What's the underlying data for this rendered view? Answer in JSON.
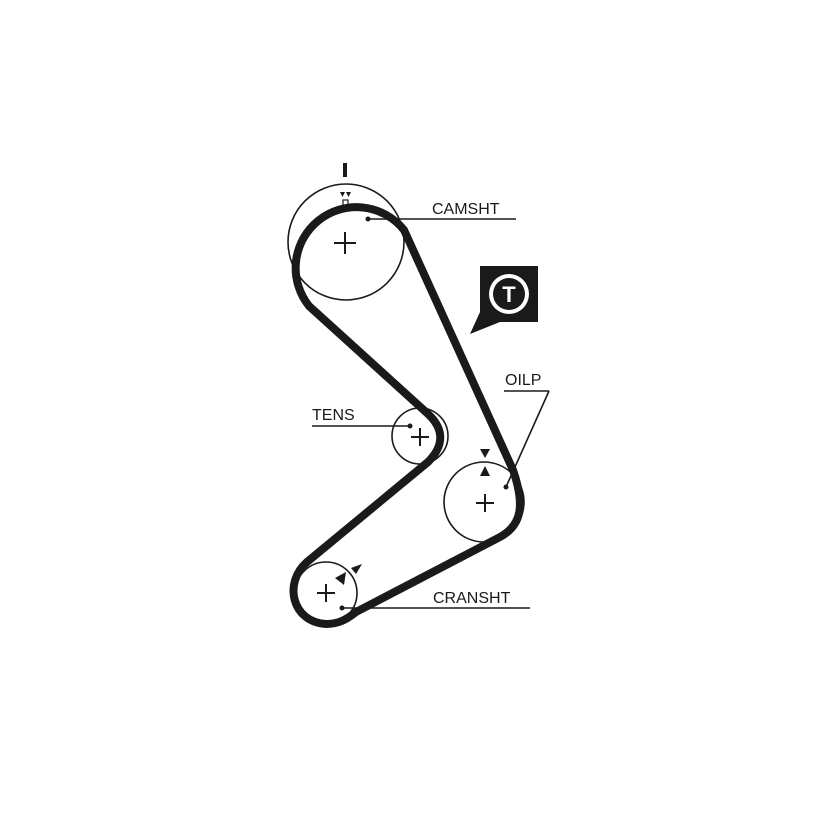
{
  "labels": {
    "camshaft": "CAMSHT",
    "oil_pump": "OILP",
    "tensioner": "TENS",
    "crankshaft": "CRANSHT"
  },
  "badge": {
    "letter": "T",
    "icon": "tensioner-badge-icon"
  },
  "colors": {
    "ink": "#1a1a1a",
    "background": "#ffffff"
  }
}
